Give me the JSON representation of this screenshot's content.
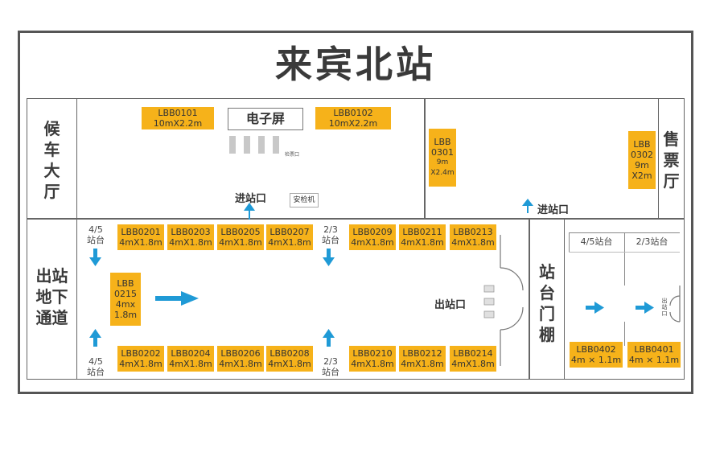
{
  "title": "来宾北站",
  "zones": {
    "waiting_hall": "候\n车\n大\n厅",
    "exit_tunnel": "出站\n地下\n通道",
    "ticket_hall": "售\n票\n厅",
    "platform_canopy": "站\n台\n门\n棚"
  },
  "screen_label": "电子屏",
  "ticket_gate_label": "检票口",
  "security_label": "安检机",
  "entrance_label": "进站口",
  "exit_label": "出站口",
  "exit_label_vertical": "出\n站\n口",
  "platform_45_two_line": "4/5\n站台",
  "platform_23_two_line": "2/3\n站台",
  "platform_45": "4/5站台",
  "platform_23": "2/3站台",
  "ads": {
    "lbb0101": [
      "LBB0101",
      "10mX2.2m"
    ],
    "lbb0102": [
      "LBB0102",
      "10mX2.2m"
    ],
    "lbb0301": [
      "LBB",
      "0301",
      "9m",
      "X2.4m"
    ],
    "lbb0302": [
      "LBB",
      "0302",
      "9m",
      "X2m"
    ],
    "lbb0201": [
      "LBB0201",
      "4mX1.8m"
    ],
    "lbb0203": [
      "LBB0203",
      "4mX1.8m"
    ],
    "lbb0205": [
      "LBB0205",
      "4mX1.8m"
    ],
    "lbb0207": [
      "LBB0207",
      "4mX1.8m"
    ],
    "lbb0209": [
      "LBB0209",
      "4mX1.8m"
    ],
    "lbb0211": [
      "LBB0211",
      "4mX1.8m"
    ],
    "lbb0213": [
      "LBB0213",
      "4mX1.8m"
    ],
    "lbb0202": [
      "LBB0202",
      "4mX1.8m"
    ],
    "lbb0204": [
      "LBB0204",
      "4mX1.8m"
    ],
    "lbb0206": [
      "LBB0206",
      "4mX1.8m"
    ],
    "lbb0208": [
      "LBB0208",
      "4mX1.8m"
    ],
    "lbb0210": [
      "LBB0210",
      "4mX1.8m"
    ],
    "lbb0212": [
      "LBB0212",
      "4mX1.8m"
    ],
    "lbb0214": [
      "LBB0214",
      "4mX1.8m"
    ],
    "lbb0215": [
      "LBB",
      "0215",
      "4mx",
      "1.8m"
    ],
    "lbb0402": [
      "LBB0402",
      "4m × 1.1m"
    ],
    "lbb0401": [
      "LBB0401",
      "4m × 1.1m"
    ]
  },
  "colors": {
    "ad_fill": "#f6b21a",
    "arrow_blue": "#1f9ad6",
    "border": "#555555"
  }
}
